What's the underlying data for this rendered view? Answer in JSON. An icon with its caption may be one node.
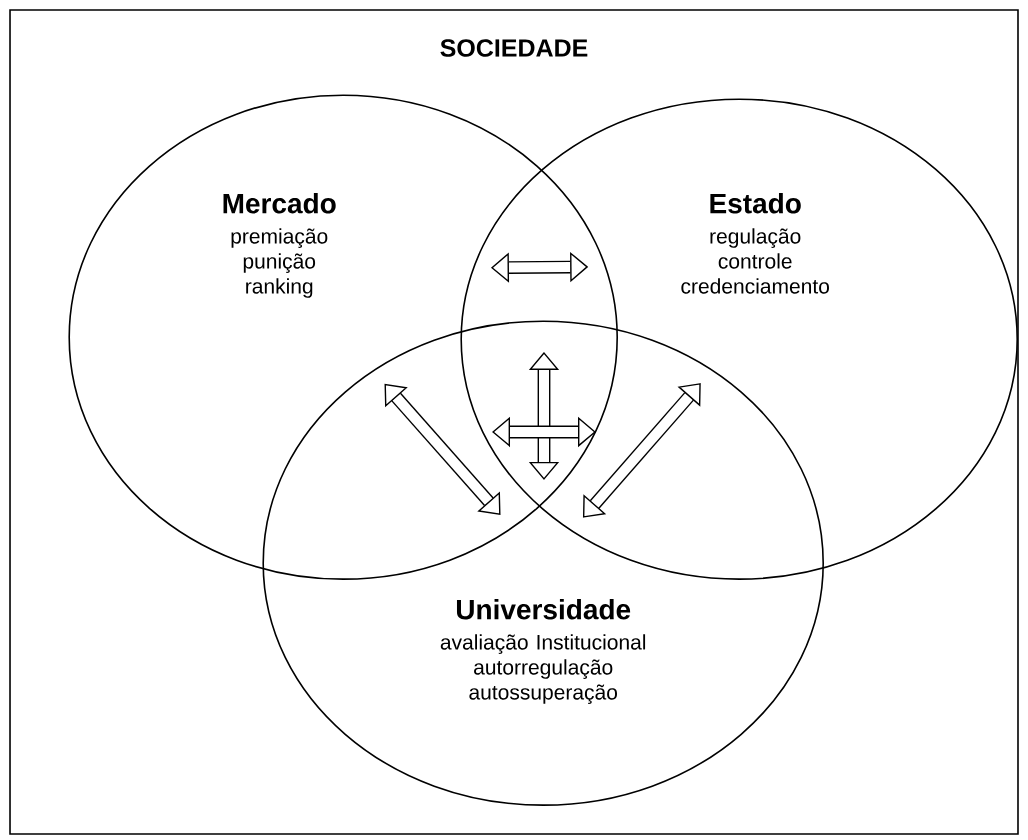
{
  "diagram": {
    "nodes": [
      {
        "text": [
          "SOCIEDADE"
        ]
      },
      {
        "text": [
          "Mercado",
          "premiação punição ranking"
        ],
        "in": 0
      },
      {
        "text": [
          "Estado",
          "regulação controle credenciamento"
        ],
        "in": 0
      },
      {
        "text": [
          "Universidade",
          "avaliação Institucional autorregulação autossuperação"
        ],
        "in": 0
      }
    ],
    "edges": [
      {
        "from": 1,
        "to": 2,
        "arrow": "both"
      },
      {
        "from": 1,
        "to": 3,
        "arrow": "both"
      },
      {
        "from": 2,
        "to": 3,
        "arrow": "both"
      }
    ]
  }
}
